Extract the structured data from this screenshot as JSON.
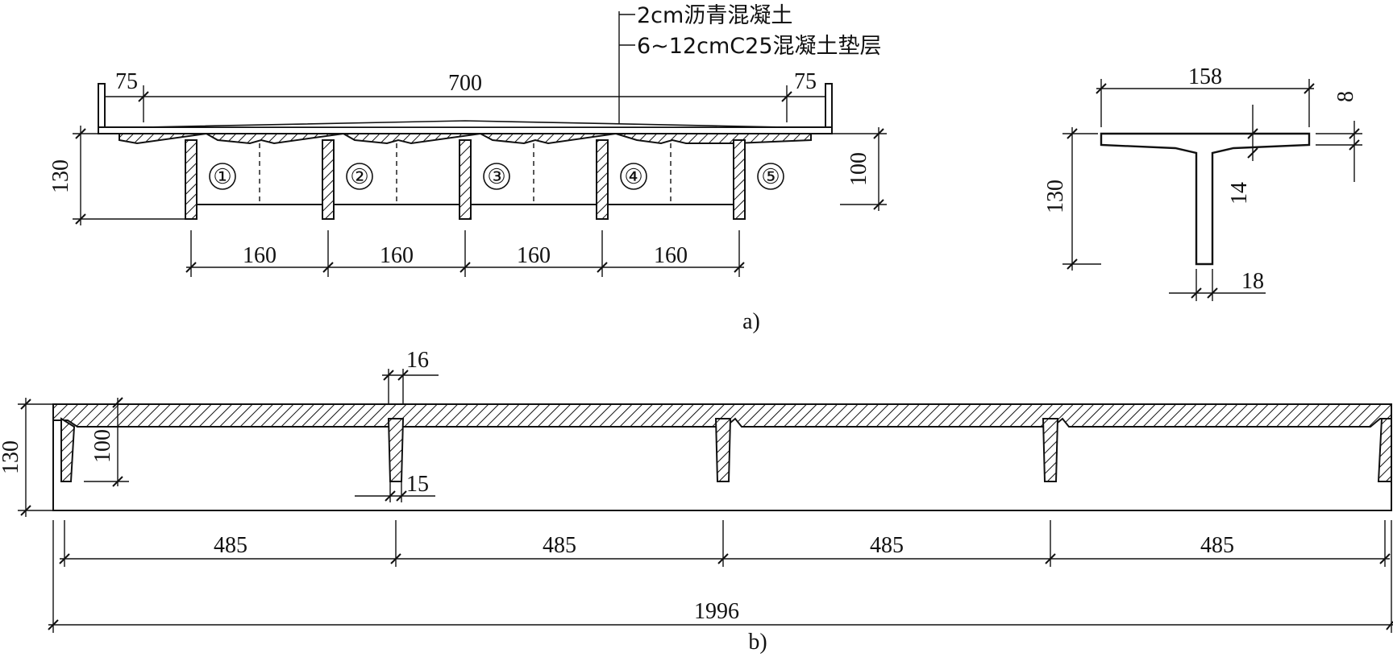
{
  "fig_a": {
    "layer1": "2cm沥青混凝土",
    "layer2": "6~12cmC25混凝土垫层",
    "dim_top_left": "75",
    "dim_top_mid": "700",
    "dim_top_right": "75",
    "dim_height_left": "130",
    "dim_height_right": "100",
    "girders": [
      "①",
      "②",
      "③",
      "④",
      "⑤"
    ],
    "spacings": [
      "160",
      "160",
      "160",
      "160"
    ],
    "caption": "a)",
    "tsec": {
      "width": "158",
      "flange": "8",
      "height": "130",
      "haunch": "14",
      "web": "18"
    }
  },
  "fig_b": {
    "web_top": "16",
    "web_bottom": "15",
    "inner_height": "100",
    "height": "130",
    "spacings": [
      "485",
      "485",
      "485",
      "485"
    ],
    "total": "1996",
    "caption": "b)"
  }
}
